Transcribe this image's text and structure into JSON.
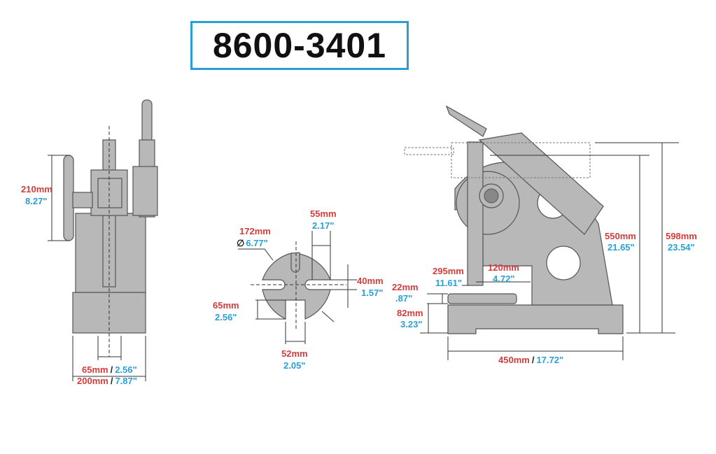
{
  "title": "8600-3401",
  "colors": {
    "metric": "#d43c3c",
    "imperial": "#2a9fd6",
    "title_border": "#2a9fd6"
  },
  "front_view": {
    "height": {
      "mm": "210mm",
      "in": "8.27\""
    },
    "ram_width": {
      "mm": "65mm",
      "sep": "/",
      "in": "2.56\""
    },
    "base_width": {
      "mm": "200mm",
      "sep": "/",
      "in": "7.87\""
    }
  },
  "plate_view": {
    "diameter": {
      "symbol": "∅",
      "mm": "172mm",
      "in": "6.77\""
    },
    "slot_top": {
      "mm": "55mm",
      "in": "2.17\""
    },
    "slot_side": {
      "mm": "40mm",
      "in": "1.57\""
    },
    "slot_depth": {
      "mm": "65mm",
      "in": "2.56\""
    },
    "slot_bottom": {
      "mm": "52mm",
      "in": "2.05\""
    }
  },
  "side_view": {
    "throat_height": {
      "mm": "295mm",
      "in": "11.61\""
    },
    "throat_depth": {
      "mm": "120mm",
      "in": "4.72\""
    },
    "plate_thickness": {
      "mm": "22mm",
      "in": ".87\""
    },
    "base_height": {
      "mm": "82mm",
      "in": "3.23\""
    },
    "ram_height": {
      "mm": "550mm",
      "in": "21.65\""
    },
    "overall_height": {
      "mm": "598mm",
      "in": "23.54\""
    },
    "base_length": {
      "mm": "450mm",
      "sep": "/",
      "in": "17.72\""
    }
  }
}
